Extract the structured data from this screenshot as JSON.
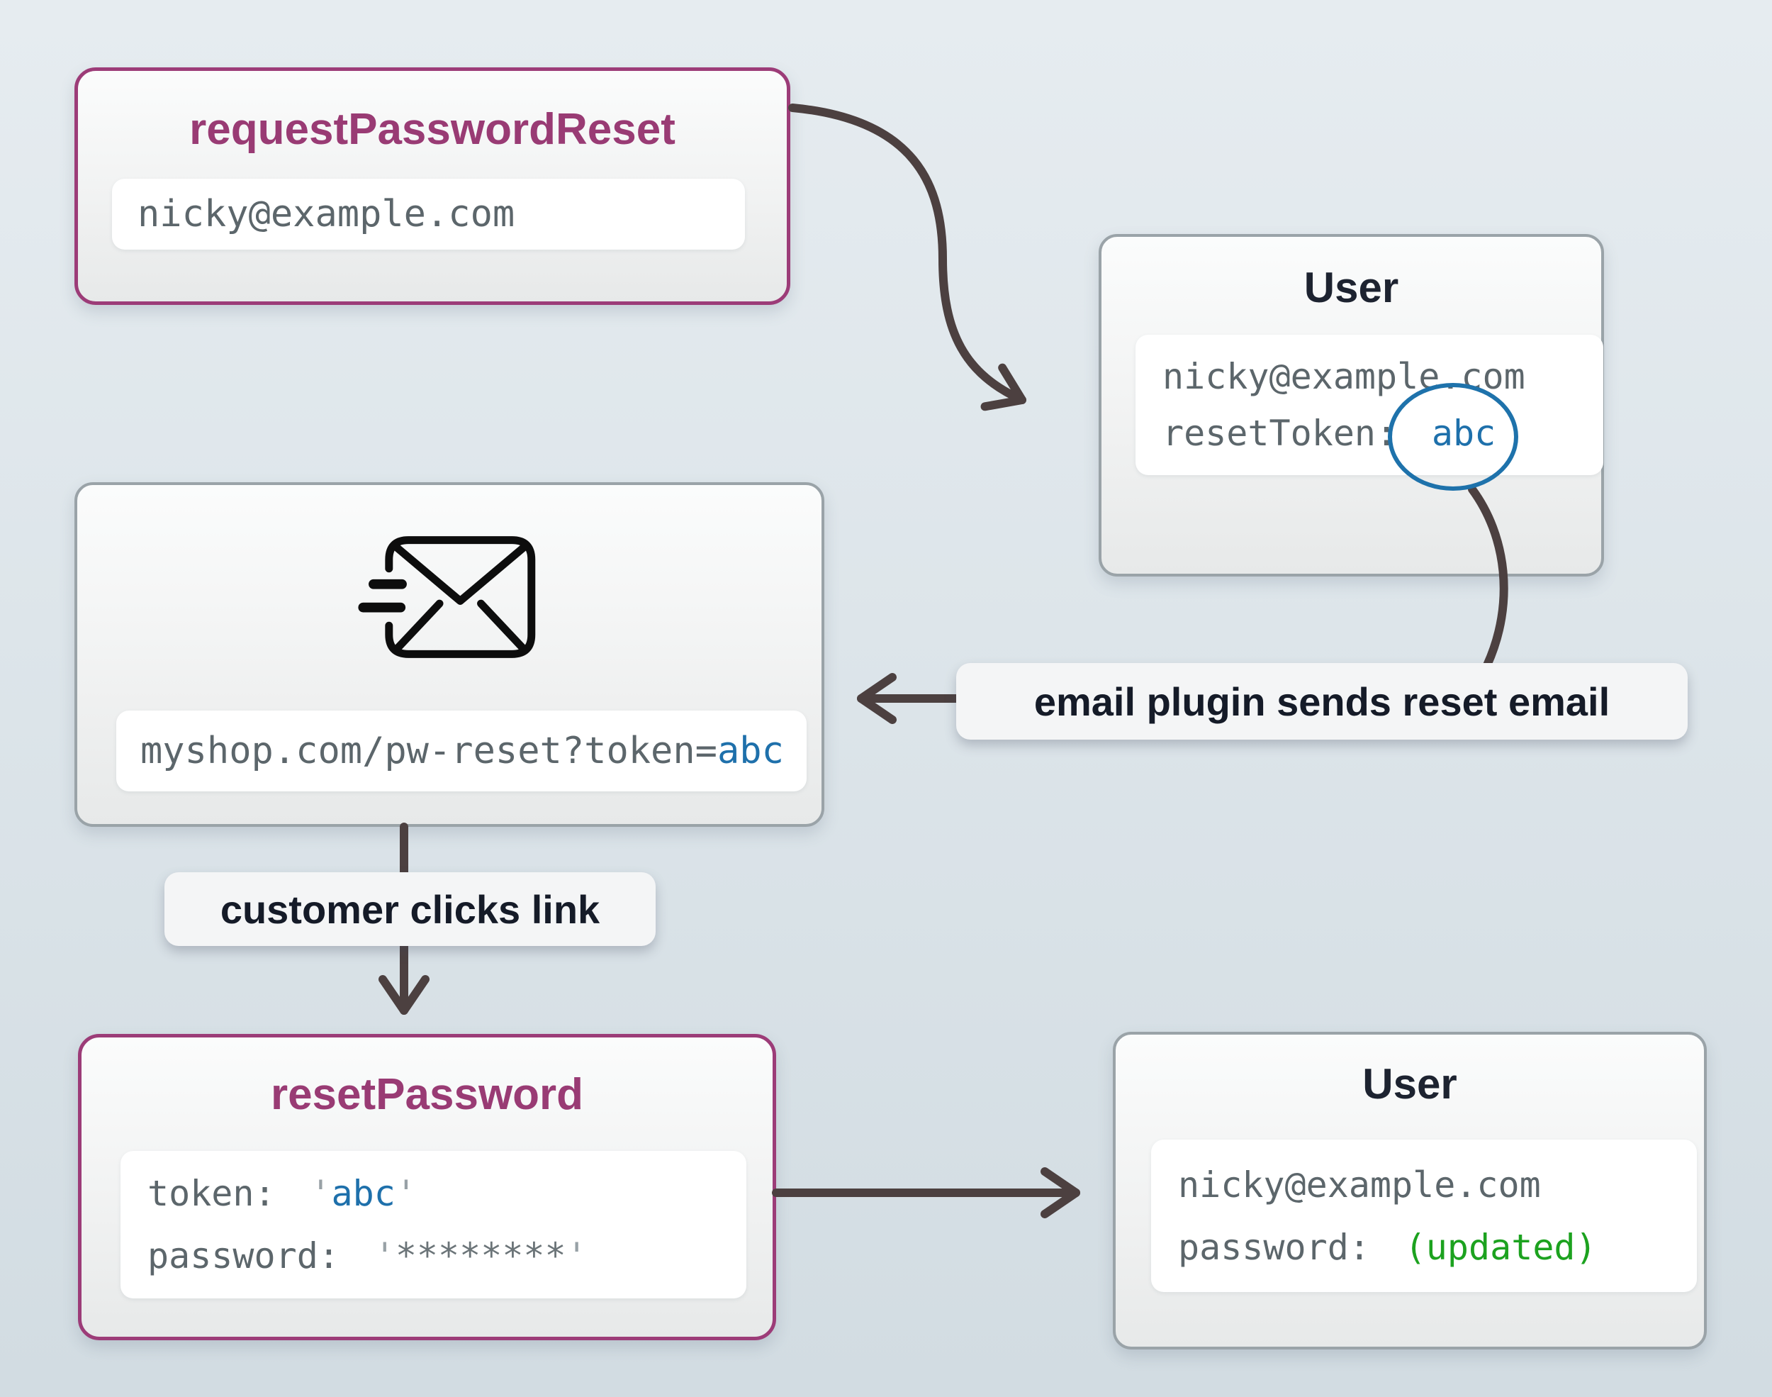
{
  "palette": {
    "background_top": "#e6ecf0",
    "background_bottom": "#d2dce2",
    "node_border_purple": "#9c3c78",
    "node_border_gray": "#9aa3a8",
    "title_purple": "#993b74",
    "title_dark": "#1d2330",
    "mono_gray": "#5c666b",
    "mono_light_gray": "#98a1a6",
    "token_blue": "#1e70ab",
    "updated_green": "#1ca21f",
    "arrow": "#4c4040"
  },
  "nodes": {
    "request_password_reset": {
      "title": "requestPasswordReset",
      "value": "nicky@example.com"
    },
    "user_top": {
      "title": "User",
      "email": "nicky@example.com",
      "reset_token_label": "resetToken:",
      "reset_token_value": "abc"
    },
    "email_message": {
      "url_prefix": "myshop.com/pw-reset?token=",
      "url_token": "abc"
    },
    "reset_password": {
      "title": "resetPassword",
      "token_label": "token:",
      "quote": "'",
      "token_value": "abc",
      "password_label": "password:",
      "password_masked": "********"
    },
    "user_bottom": {
      "title": "User",
      "email": "nicky@example.com",
      "password_label": "password:",
      "password_value": "(updated)"
    }
  },
  "labels": {
    "email_plugin": "email plugin sends reset email",
    "customer_clicks": "customer clicks link"
  },
  "icons": {
    "mail_send": "mail-send-icon"
  }
}
